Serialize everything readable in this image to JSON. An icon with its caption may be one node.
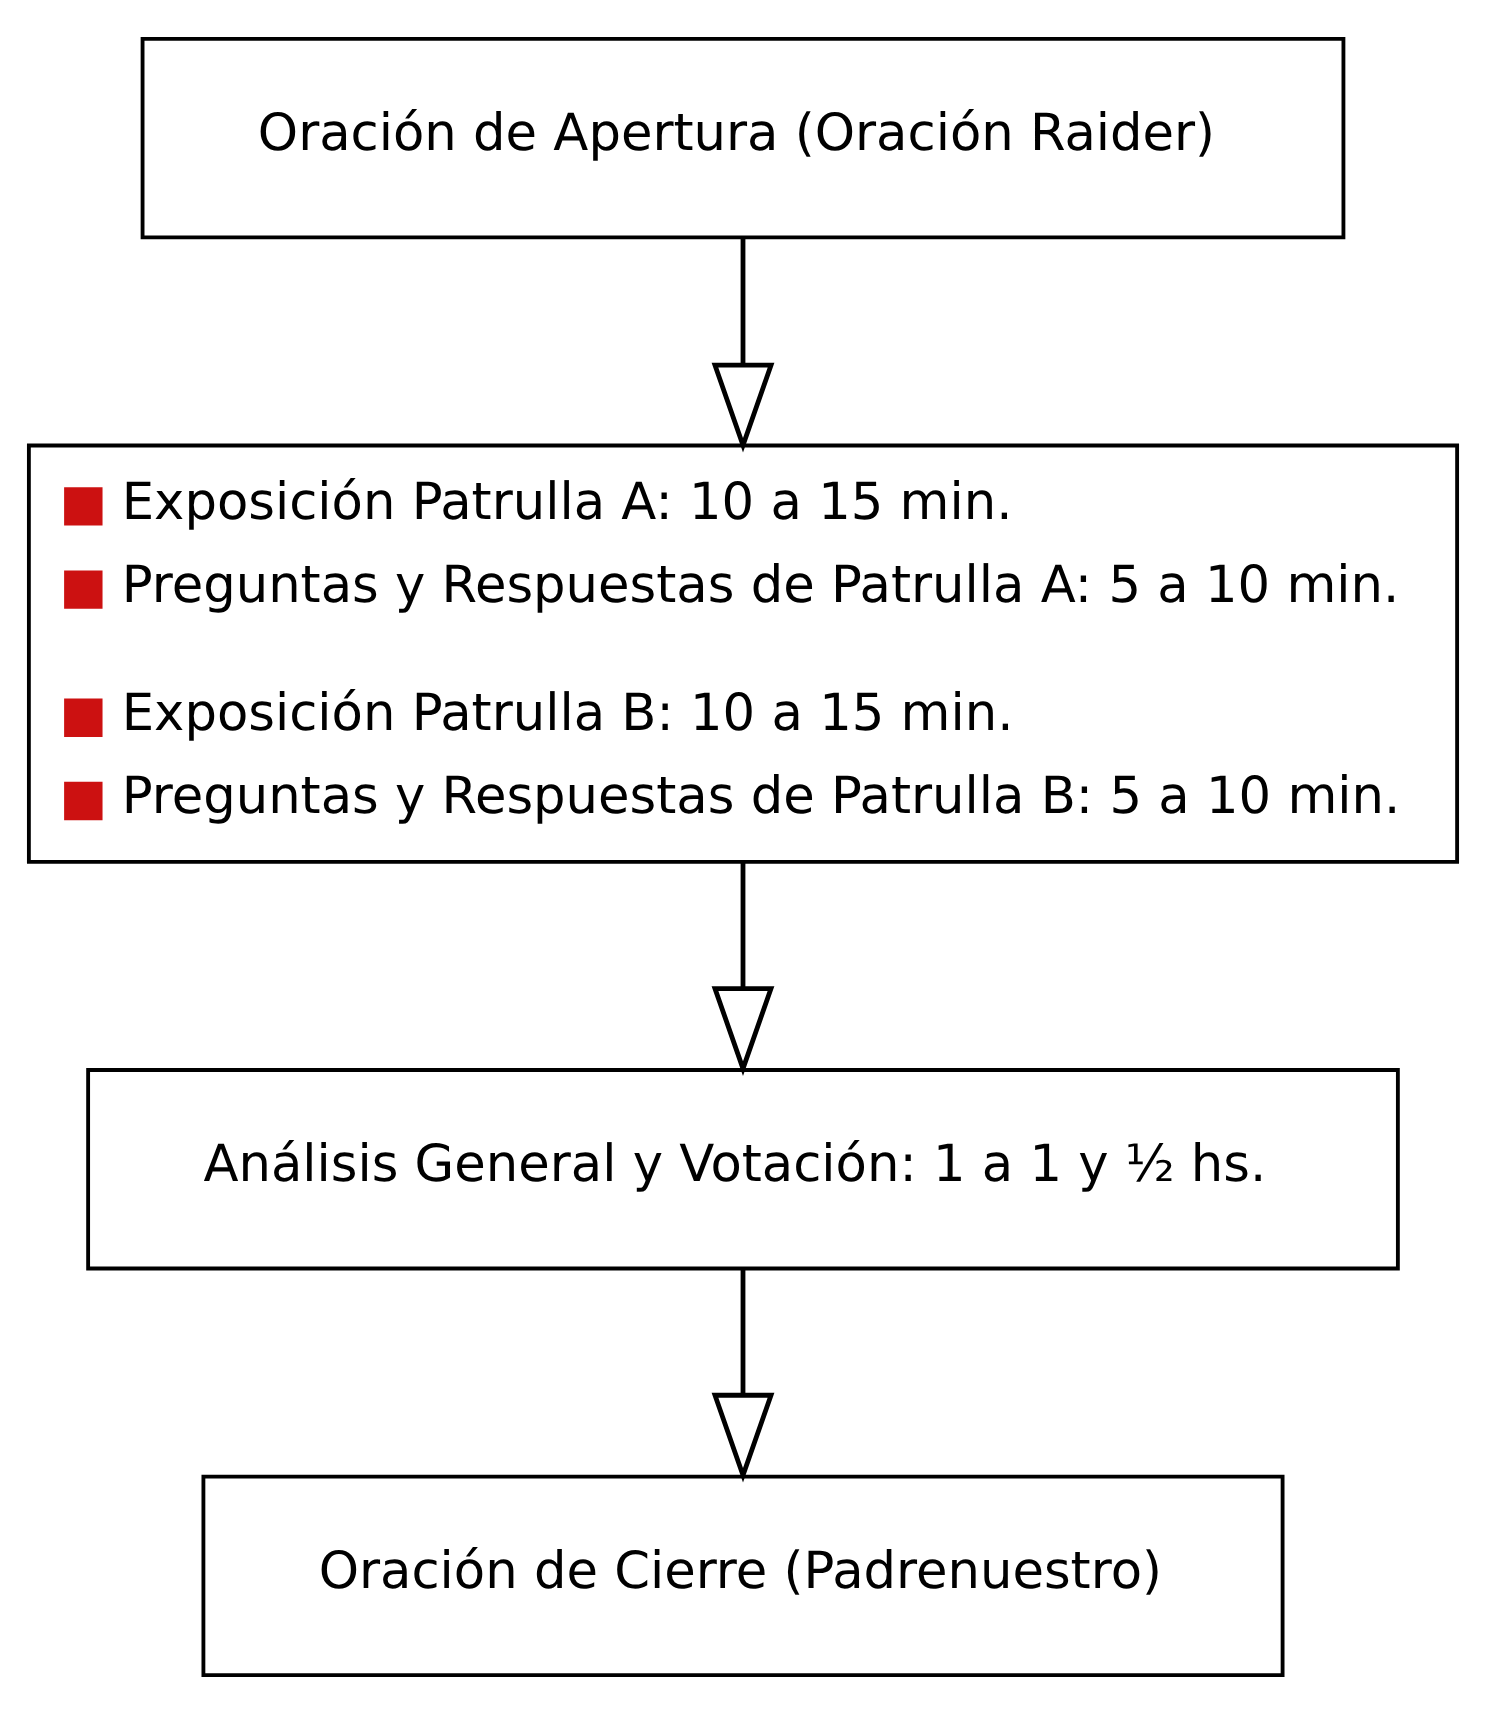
{
  "diagram": {
    "nodes": [
      {
        "text": [
          "Oración de Apertura (Oración Raider)"
        ]
      },
      {
        "text": [
          "Exposición Patrulla A: 10 a 15 min.",
          "Preguntas y Respuestas de Patrulla A: 5 a 10 min.",
          "Exposición Patrulla B: 10 a 15 min.",
          "Preguntas y Respuestas de Patrulla B: 5 a 10 min."
        ]
      },
      {
        "text": [
          "Análisis General y Votación: 1 a 1 y ½ hs."
        ]
      },
      {
        "text": [
          "Oración de Cierre (Padrenuestro)"
        ]
      }
    ],
    "edges": [
      {
        "from": 0,
        "to": 1,
        "arrow": "to"
      },
      {
        "from": 1,
        "to": 2,
        "arrow": "to"
      },
      {
        "from": 2,
        "to": 3,
        "arrow": "to"
      }
    ]
  }
}
